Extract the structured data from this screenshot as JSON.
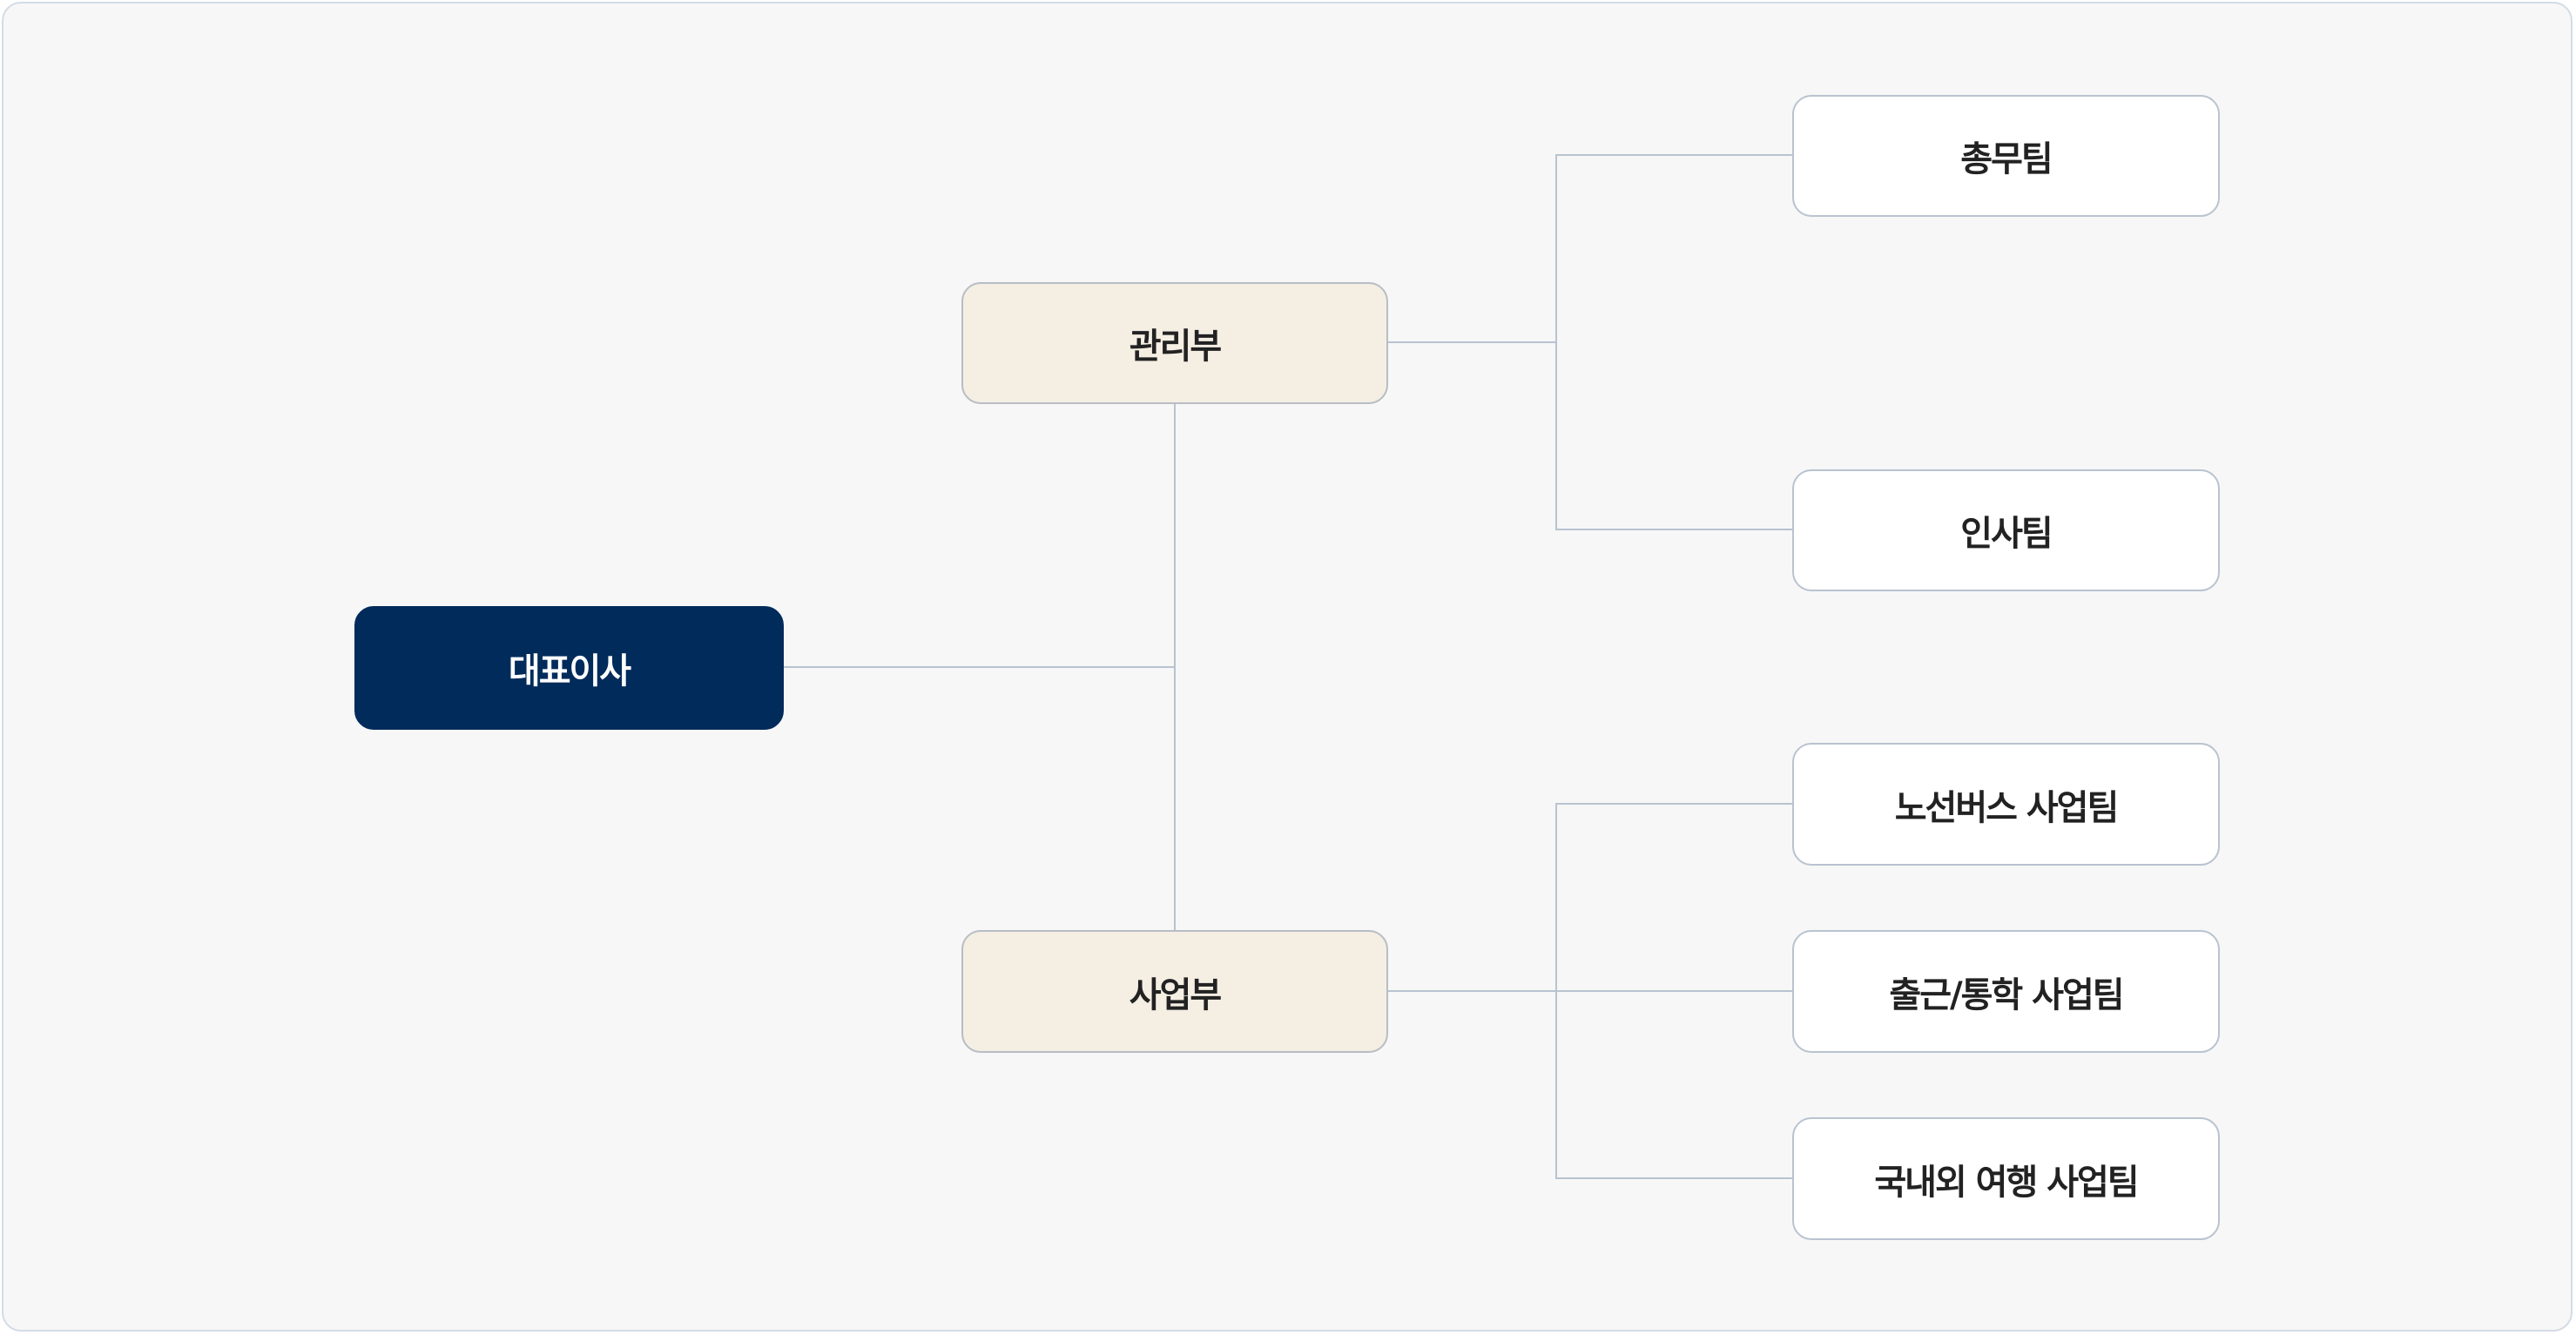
{
  "root": {
    "label": "대표이사"
  },
  "departments": [
    {
      "label": "관리부",
      "teams": [
        {
          "label": "총무팀"
        },
        {
          "label": "인사팀"
        }
      ]
    },
    {
      "label": "사업부",
      "teams": [
        {
          "label": "노선버스 사업팀"
        },
        {
          "label": "출근/통학 사업팀"
        },
        {
          "label": "국내외 여행 사업팀"
        }
      ]
    }
  ],
  "colors": {
    "root_bg": "#002b5b",
    "dept_bg": "#f4eee3",
    "team_bg": "#ffffff",
    "connector": "#b8c3d0",
    "canvas_bg": "#f7f7f7"
  }
}
